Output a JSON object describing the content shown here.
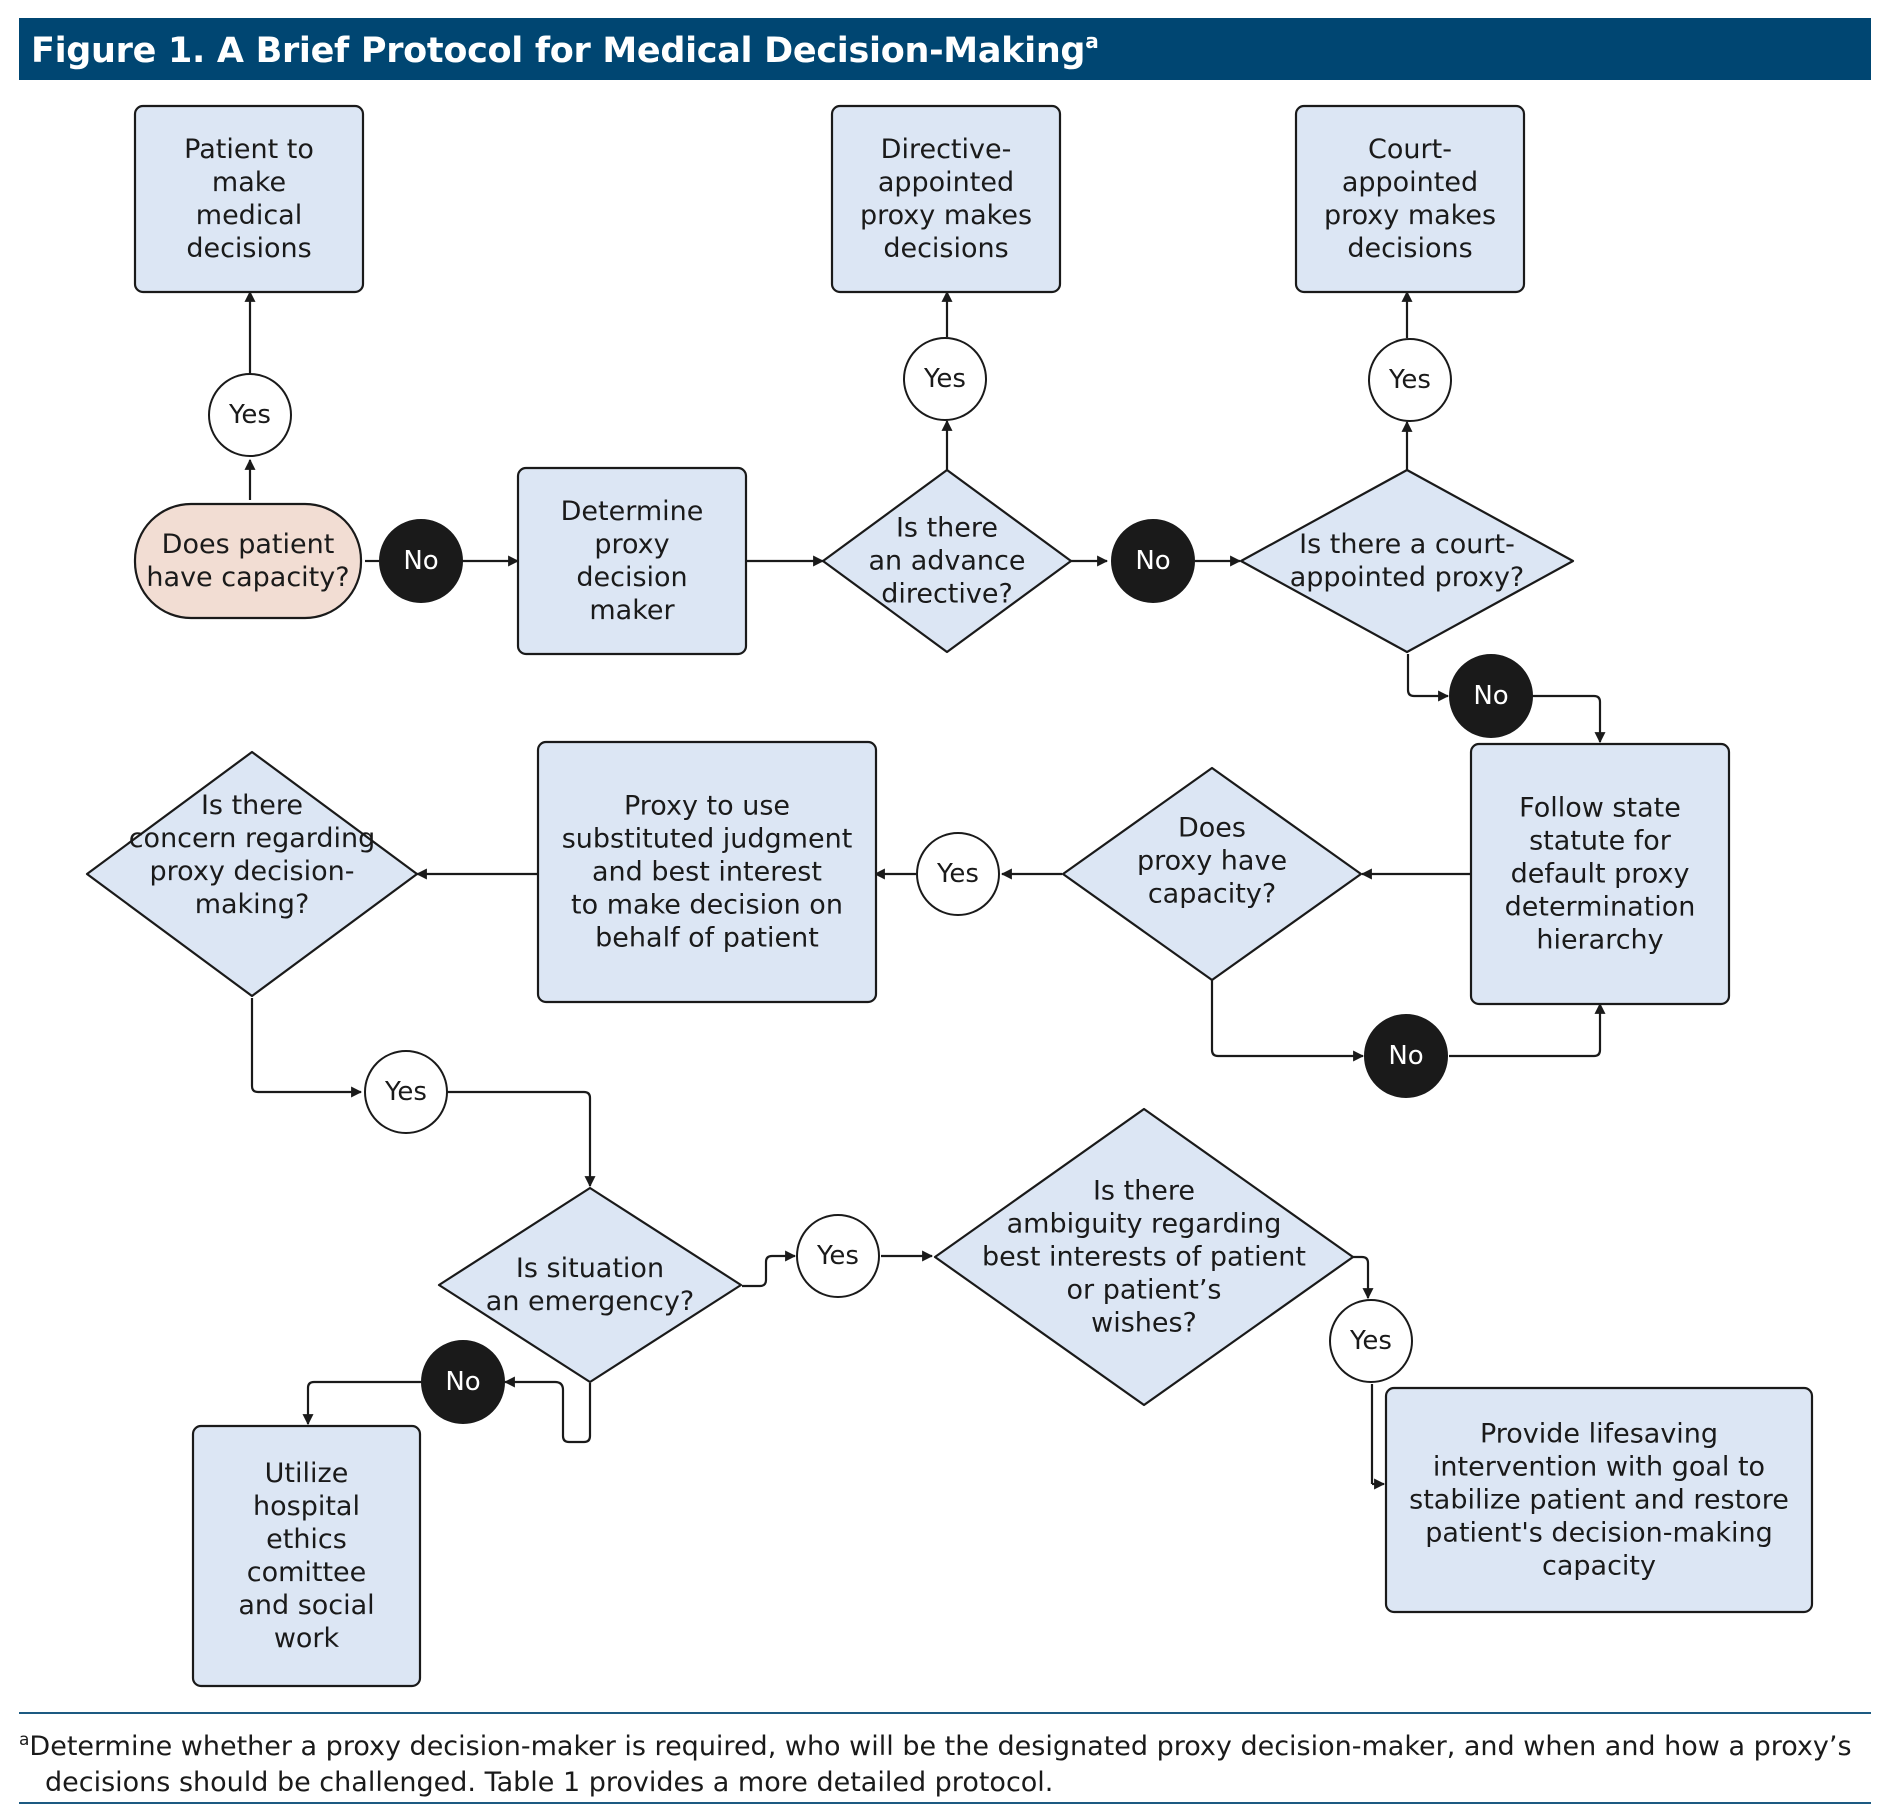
{
  "figure": {
    "title": "Figure 1. A Brief Protocol for Medical Decision-Making",
    "title_superscript": "a",
    "footnote_marker": "a",
    "footnote_line1": "Determine whether a proxy decision-maker is required, who will be the designated proxy decision-maker, and when and how a proxy’s",
    "footnote_line2": "decisions should be challenged. Table 1 provides a more detailed protocol."
  },
  "colors": {
    "header": "#004672",
    "node_fill": "#dce6f4",
    "start_fill": "#f2ddd3",
    "no_fill": "#1a1a1a",
    "stroke": "#1a1a1a"
  },
  "nodes": {
    "patient_decides": [
      "Patient to",
      "make",
      "medical",
      "decisions"
    ],
    "directive_proxy": [
      "Directive-",
      "appointed",
      "proxy makes",
      "decisions"
    ],
    "court_proxy": [
      "Court-",
      "appointed",
      "proxy makes",
      "decisions"
    ],
    "capacity": [
      "Does patient",
      "have capacity?"
    ],
    "determine_proxy": [
      "Determine",
      "proxy",
      "decision",
      "maker"
    ],
    "advance_directive": [
      "Is there",
      "an advance",
      "directive?"
    ],
    "court_appointed_q": [
      "Is there a court-",
      "appointed proxy?"
    ],
    "state_statute": [
      "Follow state",
      "statute for",
      "default proxy",
      "determination",
      "hierarchy"
    ],
    "proxy_capacity": [
      "Does",
      "proxy have",
      "capacity?"
    ],
    "substituted_judgment": [
      "Proxy to use",
      "substituted judgment",
      "and best interest",
      "to make decision on",
      "behalf of patient"
    ],
    "concern": [
      "Is there",
      "concern regarding",
      "proxy decision-",
      "making?"
    ],
    "emergency": [
      "Is situation",
      "an emergency?"
    ],
    "ambiguity": [
      "Is there",
      "ambiguity regarding",
      "best interests of patient",
      "or patient’s",
      "wishes?"
    ],
    "lifesaving": [
      "Provide lifesaving",
      "intervention with goal to",
      "stabilize patient and restore",
      "patient's decision-making",
      "capacity"
    ],
    "ethics": [
      "Utilize",
      "hospital",
      "ethics",
      "comittee",
      "and social",
      "work"
    ]
  },
  "labels": {
    "yes": "Yes",
    "no": "No"
  }
}
